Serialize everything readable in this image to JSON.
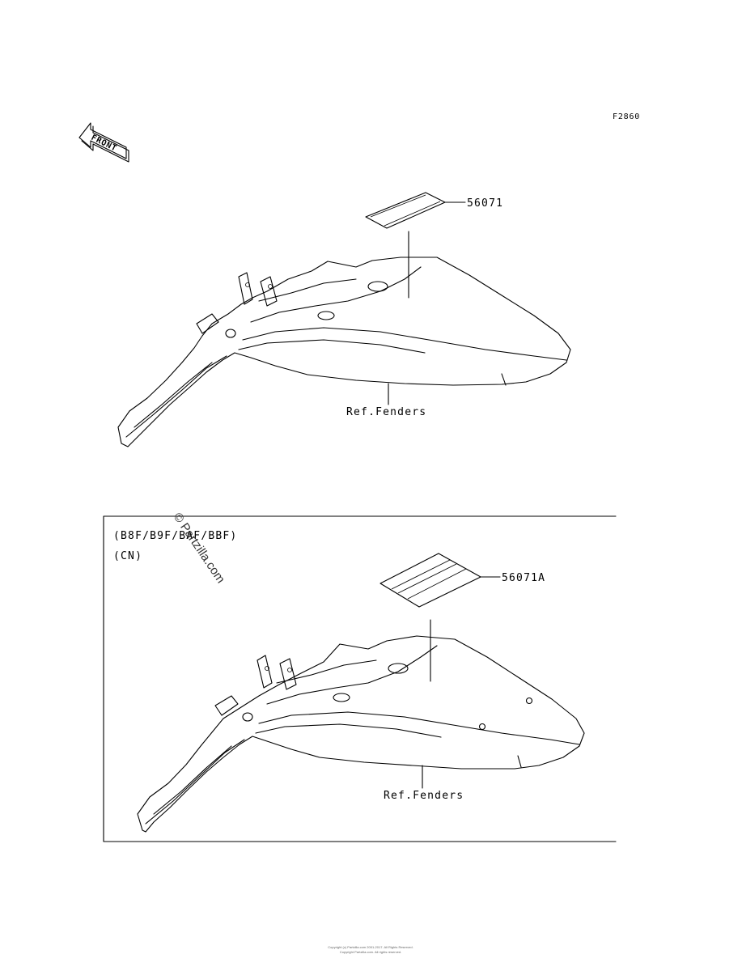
{
  "figure_id": "F2860",
  "front_arrow_label": "FRONT",
  "top_diagram": {
    "part_number": "56071",
    "reference_label": "Ref.Fenders"
  },
  "bottom_diagram": {
    "model_codes": "(B8F/B9F/BAF/BBF)",
    "region": "(CN)",
    "part_number": "56071A",
    "reference_label": "Ref.Fenders"
  },
  "watermark": "© Partzilla.com",
  "footer": {
    "line1": "Copyright (c) Partzilla.com 2001-2017. All Rights Reserved.",
    "line2": "Copyright Partzilla.com. All rights reserved."
  },
  "colors": {
    "ink": "#000000",
    "background": "#ffffff"
  }
}
